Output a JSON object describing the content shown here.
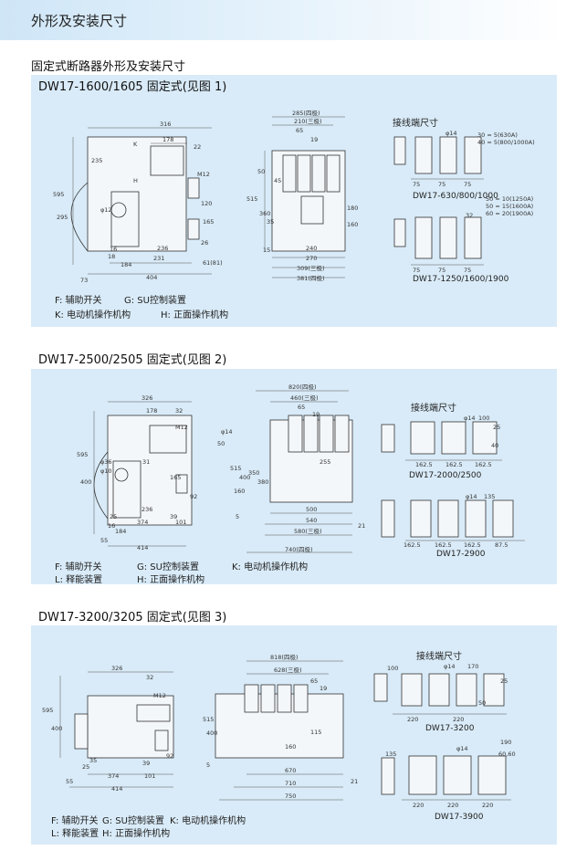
{
  "header": {
    "title": "外形及安装尺寸"
  },
  "page_subtitle": "固定式断路器外形及安装尺寸",
  "sections": [
    {
      "title": "DW17-1600/1605 固定式(见图 1)",
      "terminal_label": "接线端尺寸",
      "sub_labels": [
        "DW17-630/800/1000",
        "DW17-1250/1600/1900"
      ],
      "legend": [
        "F: 辅助开关",
        "G: SU控制装置",
        "K: 电动机操作机构",
        "H: 正面操作机构"
      ],
      "dims_side": [
        "316",
        "178",
        "22",
        "M12",
        "235",
        "595",
        "295",
        "φ12",
        "73",
        "16",
        "18",
        "184",
        "236",
        "231",
        "404",
        "61(81)",
        "120",
        "165",
        "26",
        "K",
        "H"
      ],
      "dims_front": [
        "285(四极)",
        "210(三极)",
        "65",
        "19",
        "50",
        "45",
        "515",
        "360",
        "35",
        "15",
        "240",
        "270",
        "309(三极)",
        "381(四极)",
        "180",
        "160"
      ],
      "dims_term": [
        "φ14",
        "30 = 5(630A)",
        "40 = 5(800/1000A)",
        "75",
        "75",
        "75",
        "50 = 10(1250A)",
        "50 = 15(1600A)",
        "60 = 20(1900A)",
        "32",
        "75",
        "75",
        "75"
      ]
    },
    {
      "title": "DW17-2500/2505 固定式(见图 2)",
      "terminal_label": "接线端尺寸",
      "sub_labels": [
        "DW17-2000/2500",
        "DW17-2900"
      ],
      "legend": [
        "F: 辅助开关",
        "G: SU控制装置",
        "K: 电动机操作机构",
        "L: 释能装置",
        "H: 正面操作机构"
      ],
      "dims_side": [
        "326",
        "178",
        "32",
        "M12",
        "595",
        "400",
        "φ36",
        "φ10",
        "31",
        "165",
        "39",
        "92",
        "236",
        "25",
        "374",
        "101",
        "184",
        "16",
        "55",
        "414"
      ],
      "dims_front": [
        "820(四极)",
        "460(三极)",
        "65",
        "19",
        "φ14",
        "50",
        "515",
        "400",
        "350",
        "380",
        "160",
        "255",
        "500",
        "540",
        "580(三极)",
        "5",
        "21",
        "740(四极)"
      ],
      "dims_term": [
        "φ14",
        "100",
        "25",
        "40",
        "162.5",
        "162.5",
        "162.5",
        "φ14",
        "135",
        "162.5",
        "162.5",
        "162.5",
        "87.5"
      ]
    },
    {
      "title": "DW17-3200/3205 固定式(见图 3)",
      "terminal_label": "接线端尺寸",
      "sub_labels": [
        "DW17-3200",
        "DW17-3900"
      ],
      "legend": [
        "F: 辅助开关",
        "G: SU控制装置",
        "K: 电动机操作机构",
        "L: 释能装置",
        "H: 正面操作机构"
      ],
      "dims_side": [
        "326",
        "32",
        "M12",
        "595",
        "400",
        "25",
        "374",
        "101",
        "55",
        "414",
        "35",
        "39",
        "92"
      ],
      "dims_front": [
        "818(四极)",
        "628(三极)",
        "65",
        "19",
        "515",
        "400",
        "115",
        "160",
        "670",
        "710",
        "750",
        "21",
        "5"
      ],
      "dims_term": [
        "100",
        "φ14",
        "170",
        "25",
        "50",
        "220",
        "220",
        "135",
        "φ14",
        "190",
        "60,60",
        "220",
        "220",
        "220"
      ]
    }
  ]
}
